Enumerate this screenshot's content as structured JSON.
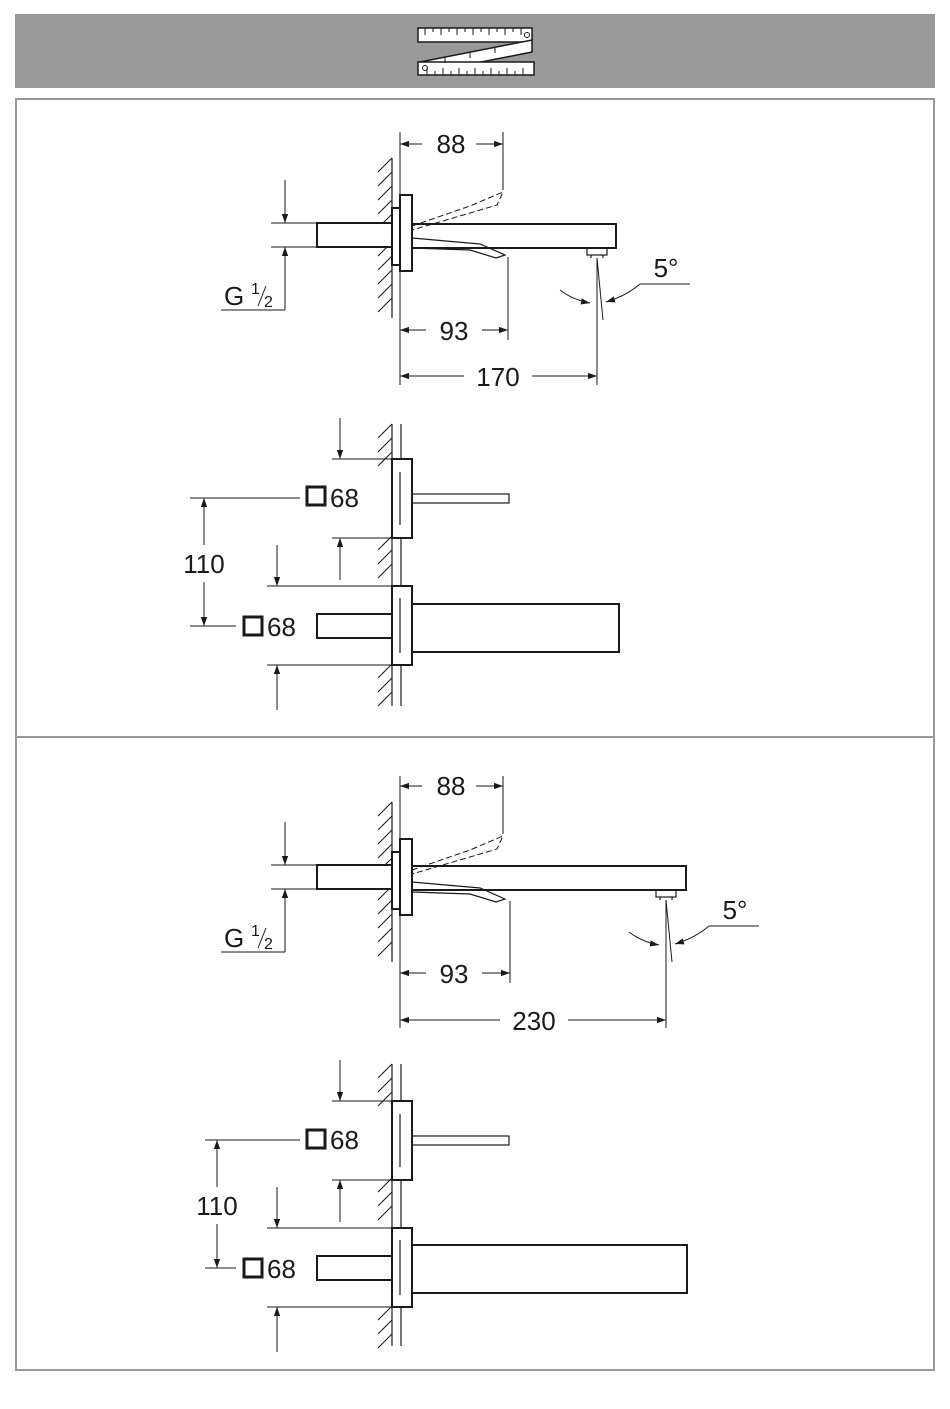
{
  "header": {
    "icon": "folding-ruler-icon",
    "background": "#999999"
  },
  "panel_border_color": "#999999",
  "sections": [
    {
      "side_view": {
        "dim_top": "88",
        "dim_bottom": "93",
        "dim_length": "170",
        "angle": "5°",
        "thread_main": "G",
        "thread_num": "1",
        "thread_den": "2"
      },
      "front_view": {
        "lever_size": "68",
        "spout_size": "68",
        "spacing": "110"
      }
    },
    {
      "side_view": {
        "dim_top": "88",
        "dim_bottom": "93",
        "dim_length": "230",
        "angle": "5°",
        "thread_main": "G",
        "thread_num": "1",
        "thread_den": "2"
      },
      "front_view": {
        "lever_size": "68",
        "spout_size": "68",
        "spacing": "110"
      }
    }
  ]
}
